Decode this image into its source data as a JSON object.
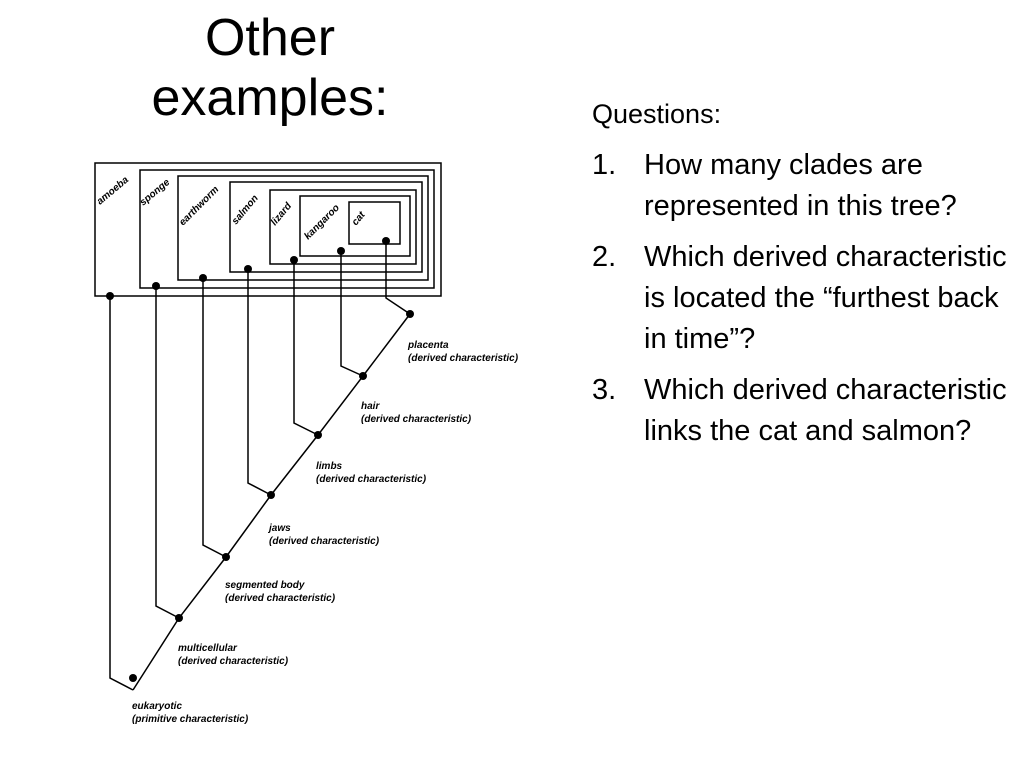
{
  "title": {
    "line1": "Other",
    "line2": "examples:"
  },
  "questions": {
    "heading": "Questions:",
    "items": [
      {
        "number": "1.",
        "text": "How many clades are represented in this tree?"
      },
      {
        "number": "2.",
        "text": "Which derived characteristic is located the “furthest back in time”?"
      },
      {
        "number": "3.",
        "text": "Which derived characteristic links the cat and salmon?"
      }
    ]
  },
  "tree": {
    "taxa": [
      "amoeba",
      "sponge",
      "earthworm",
      "salmon",
      "lizard",
      "kangaroo",
      "cat"
    ],
    "characteristics": [
      {
        "name": "placenta",
        "kind": "(derived characteristic)"
      },
      {
        "name": "hair",
        "kind": "(derived characteristic)"
      },
      {
        "name": "limbs",
        "kind": "(derived characteristic)"
      },
      {
        "name": "jaws",
        "kind": "(derived characteristic)"
      },
      {
        "name": "segmented body",
        "kind": "(derived characteristic)"
      },
      {
        "name": "multicellular",
        "kind": "(derived characteristic)"
      },
      {
        "name": "eukaryotic",
        "kind": "(primitive characteristic)"
      }
    ]
  }
}
